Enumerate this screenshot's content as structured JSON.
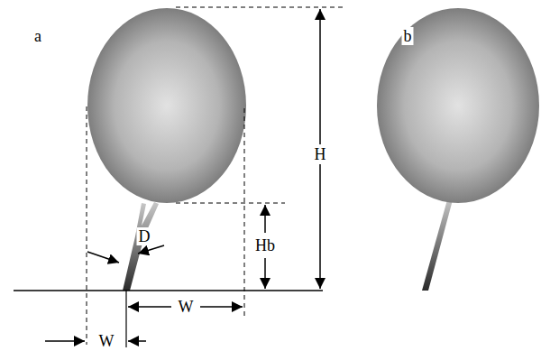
{
  "diagram": {
    "labels": [
      "a",
      "H",
      "Hb",
      "D",
      "W",
      "W",
      "b"
    ]
  }
}
